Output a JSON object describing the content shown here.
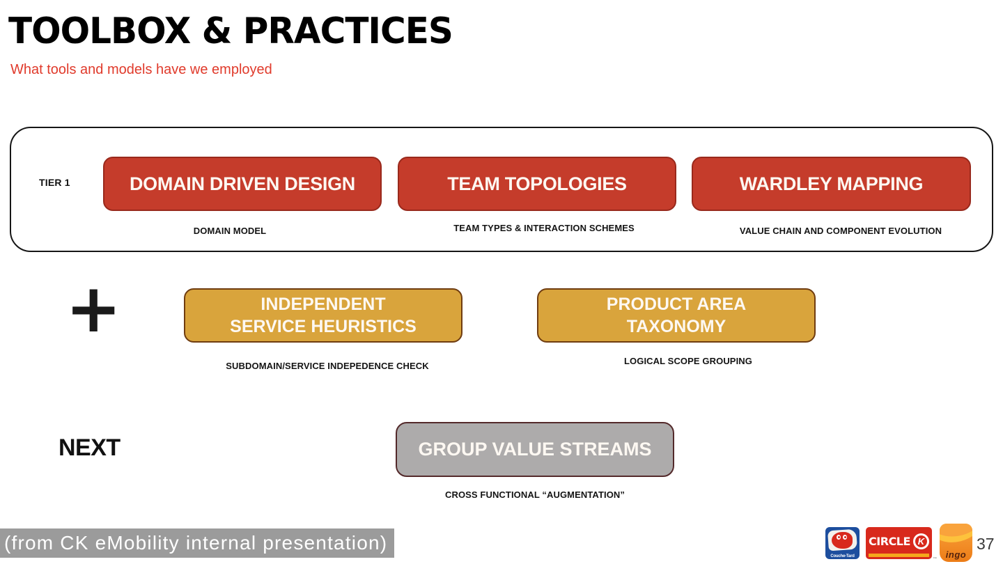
{
  "slide": {
    "title": "TOOLBOX & PRACTICES",
    "subtitle": "What tools and models have we employed",
    "source_note": "(from CK eMobility internal presentation)",
    "page_number": "37"
  },
  "tier1": {
    "label": "TIER 1",
    "items": [
      {
        "label": "DOMAIN DRIVEN DESIGN",
        "caption": "DOMAIN MODEL"
      },
      {
        "label": "TEAM TOPOLOGIES",
        "caption": "TEAM TYPES & INTERACTION SCHEMES"
      },
      {
        "label": "WARDLEY MAPPING",
        "caption": "VALUE CHAIN AND COMPONENT EVOLUTION"
      }
    ]
  },
  "tier2": {
    "label": "+",
    "items": [
      {
        "label": "INDEPENDENT SERVICE HEURISTICS",
        "caption": "SUBDOMAIN/SERVICE INDEPEDENCE CHECK"
      },
      {
        "label": "PRODUCT AREA TAXONOMY",
        "caption": "LOGICAL SCOPE GROUPING"
      }
    ]
  },
  "next": {
    "label": "NEXT",
    "items": [
      {
        "label": "GROUP VALUE STREAMS",
        "caption": "CROSS FUNCTIONAL “AUGMENTATION”"
      }
    ]
  },
  "logos": {
    "couche_tard": {
      "text": "Couche-Tard"
    },
    "circle_k": {
      "word": "CIRCLE",
      "k": "K",
      "tm": "™"
    },
    "ingo": {
      "text": "ingo"
    }
  },
  "colors": {
    "tier1_button": "#c53c2b",
    "tier2_button": "#d9a43c",
    "next_button": "#adabab",
    "subtitle_red": "#e03a2b",
    "note_background": "#9b9b9b"
  }
}
